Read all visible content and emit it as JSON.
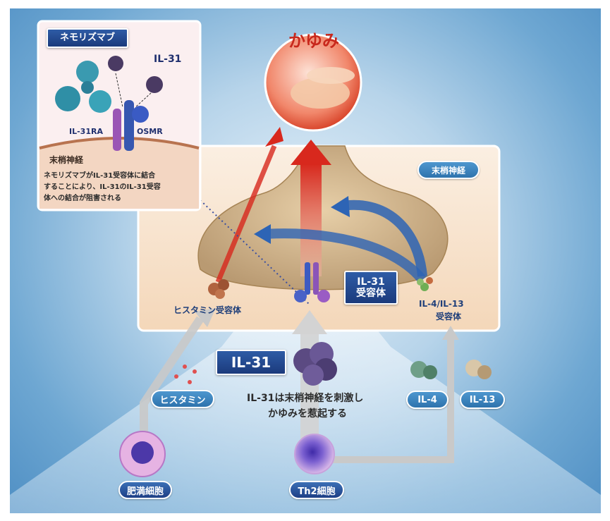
{
  "title_bubble": "かゆみ",
  "inset": {
    "antibody_label": "ネモリズマブ",
    "il31_label": "IL-31",
    "receptor_a": "IL-31RA",
    "receptor_b": "OSMR",
    "nerve_label": "末梢神経",
    "caption_lines": [
      "ネモリズマブがIL-31受容体に結合",
      "することにより、IL-31のIL-31受容",
      "体への結合が阻害される"
    ]
  },
  "nerve_box": {
    "tag": "末梢神経",
    "histamine_receptor": "ヒスタミン受容体",
    "il31_receptor_lines": [
      "IL-31",
      "受容体"
    ],
    "il4_receptor_lines": [
      "IL-4/IL-13",
      "受容体"
    ]
  },
  "lower": {
    "il31_tag": "IL-31",
    "histamine": "ヒスタミン",
    "statement_lines": [
      "IL-31は末梢神経を刺激し",
      "かゆみを惹起する"
    ],
    "il4": "IL-4",
    "il13": "IL-13",
    "mast_cell": "肥満細胞",
    "th2_cell": "Th2細胞"
  }
}
